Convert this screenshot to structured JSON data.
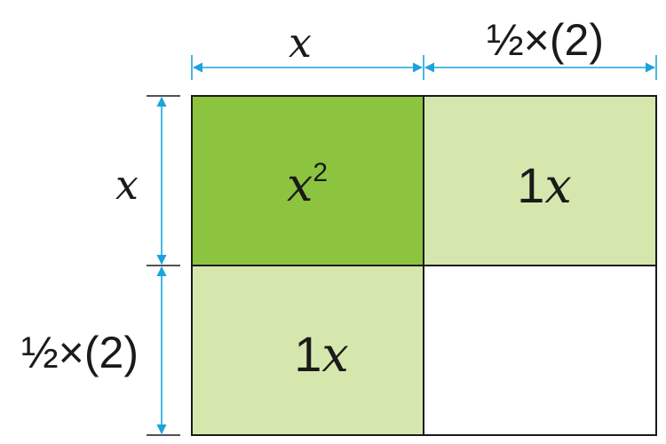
{
  "top_labels": {
    "left": "x",
    "right": "½×(2)"
  },
  "side_labels": {
    "top": "x",
    "bottom": "½×(2)"
  },
  "cells": {
    "top_left": {
      "coef": "",
      "var": "x",
      "sup": "2"
    },
    "top_right": {
      "coef": "1",
      "var": "x",
      "sup": ""
    },
    "bottom_left": {
      "coef": "1",
      "var": "x",
      "sup": ""
    },
    "bottom_right": {
      "coef": "",
      "var": "",
      "sup": ""
    }
  },
  "colors": {
    "square": "#8cc43f",
    "rect": "#d6e7ae",
    "empty": "#ffffff",
    "dimension_line": "#1aa3dc",
    "border": "#1a1a1a"
  }
}
